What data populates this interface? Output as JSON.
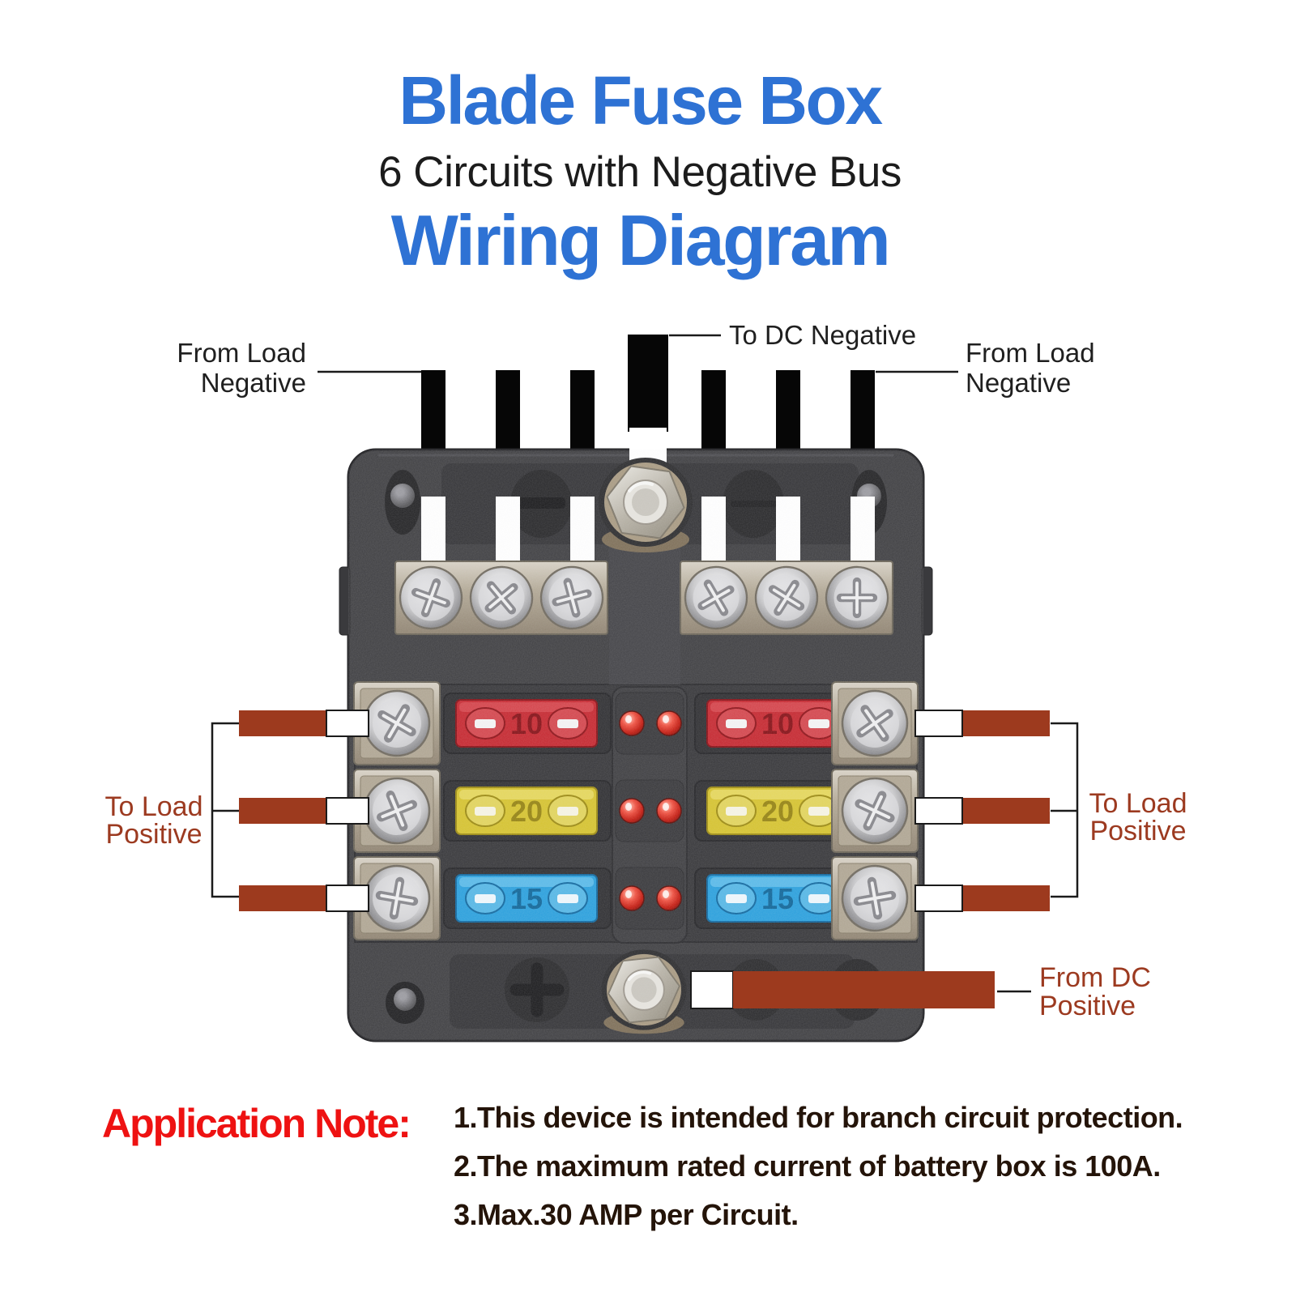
{
  "title": {
    "line1": "Blade Fuse Box",
    "line2": "6 Circuits with Negative Bus",
    "line3": "Wiring Diagram"
  },
  "wiring_labels": {
    "from_load_negative_left": {
      "line1": "From Load",
      "line2": "Negative"
    },
    "to_dc_negative": "To DC Negative",
    "from_load_negative_right": {
      "line1": "From Load",
      "line2": "Negative"
    },
    "to_load_positive_left": {
      "line1": "To Load",
      "line2": "Positive"
    },
    "to_load_positive_right": {
      "line1": "To Load",
      "line2": "Positive"
    },
    "from_dc_positive": {
      "line1": "From DC",
      "line2": "Positive"
    }
  },
  "fuse_box": {
    "fuses": [
      {
        "position": "row1-left",
        "amperage": "10",
        "color": "#c62830"
      },
      {
        "position": "row1-right",
        "amperage": "10",
        "color": "#c62830"
      },
      {
        "position": "row2-left",
        "amperage": "20",
        "color": "#d6c32f"
      },
      {
        "position": "row2-right",
        "amperage": "20",
        "color": "#d6c32f"
      },
      {
        "position": "row3-left",
        "amperage": "15",
        "color": "#2aa0dd"
      },
      {
        "position": "row3-right",
        "amperage": "15",
        "color": "#2aa0dd"
      }
    ],
    "polarity_markings": {
      "positive": "+",
      "negative": "−"
    },
    "status_led_color": "#d42b1f",
    "circuits": "6"
  },
  "application_note": {
    "heading": "Application Note:",
    "notes": [
      "1.This device is intended for branch circuit protection.",
      "2.The maximum rated current of battery box is 100A.",
      "3.Max.30 AMP per Circuit."
    ]
  },
  "colors": {
    "accent_blue": "#2e72d4",
    "note_red": "#ee1212",
    "negative_wire": "#060606",
    "positive_wire": "#9d3a1e",
    "positive_label": "#9c3a20",
    "negative_label": "#1f1f1f",
    "box_plastic": "#3f3f42"
  }
}
